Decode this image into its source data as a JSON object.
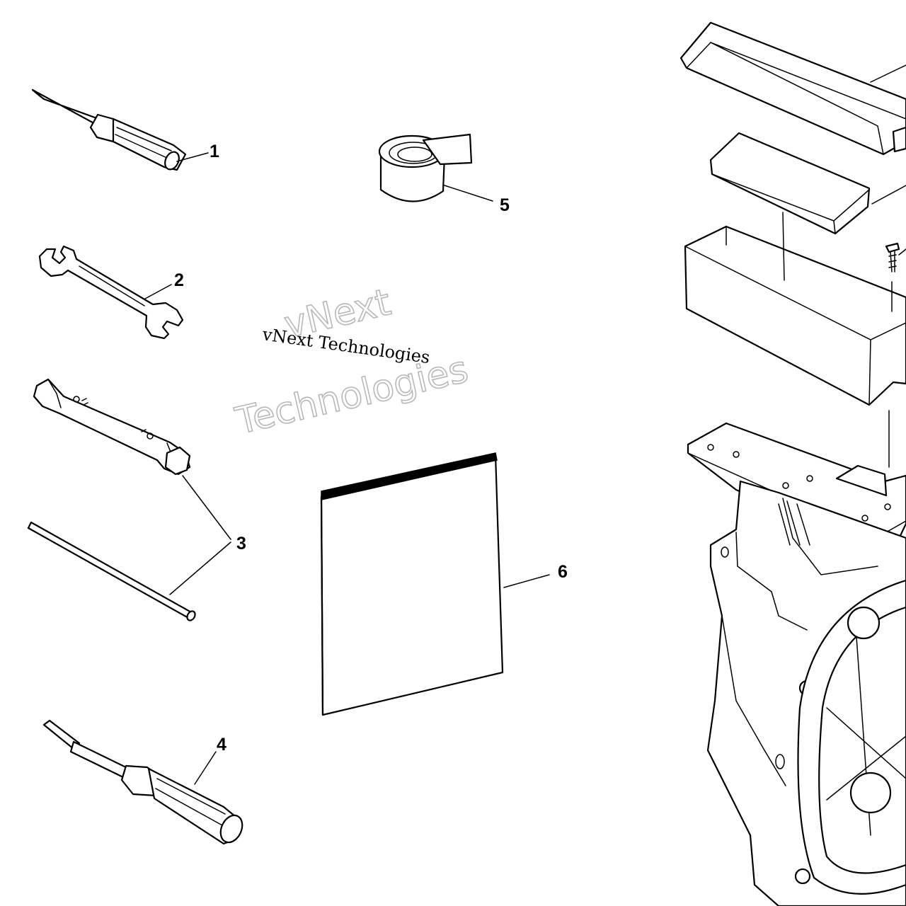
{
  "callouts": {
    "c1": "1",
    "c2": "2",
    "c3": "3",
    "c4": "4",
    "c5": "5",
    "c6": "6"
  },
  "watermark": {
    "line_top": "vNext",
    "line_middle": "vNext Technologies",
    "line_bottom": "Technologies"
  },
  "colors": {
    "line": "#000000",
    "background": "#ffffff",
    "watermark_outline": "#b8b8b8"
  }
}
